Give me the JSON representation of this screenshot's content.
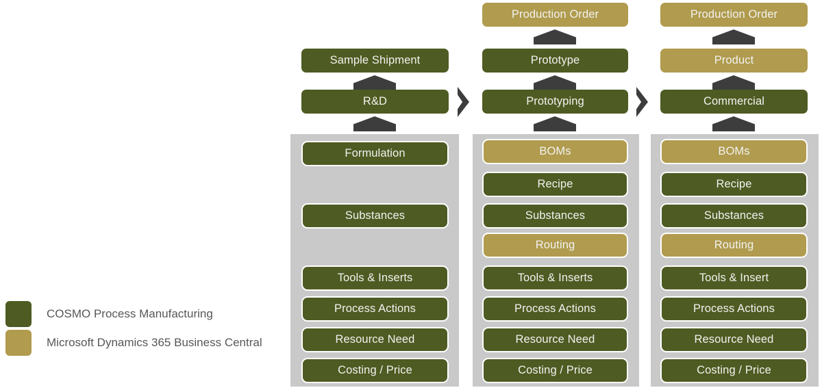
{
  "colors": {
    "green": "#4e5b22",
    "gold": "#b09b4e",
    "panel_gray": "#c9c9c9",
    "arrow_gray": "#3d3d3d",
    "box_text": "#f2f2f0",
    "legend_text": "#575757"
  },
  "legend": {
    "items": [
      {
        "swatch": "green",
        "label": "COSMO Process Manufacturing"
      },
      {
        "swatch": "gold",
        "label": "Microsoft Dynamics 365 Business Central"
      }
    ]
  },
  "columns": [
    {
      "id": "rnd",
      "stack": [
        {
          "label": "Sample Shipment",
          "color": "green"
        },
        {
          "label": "R&D",
          "color": "green"
        }
      ],
      "panel_items": [
        {
          "label": "Formulation",
          "color": "green",
          "visible": true
        },
        {
          "label": "",
          "color": "none",
          "visible": false
        },
        {
          "label": "Substances",
          "color": "green",
          "visible": true
        },
        {
          "label": "",
          "color": "none",
          "visible": false
        },
        {
          "label": "Tools & Inserts",
          "color": "green",
          "visible": true
        },
        {
          "label": "Process Actions",
          "color": "green",
          "visible": true
        },
        {
          "label": "Resource Need",
          "color": "green",
          "visible": true
        },
        {
          "label": "Costing / Price",
          "color": "green",
          "visible": true
        }
      ]
    },
    {
      "id": "prototyping",
      "stack": [
        {
          "label": "Production Order",
          "color": "gold"
        },
        {
          "label": "Prototype",
          "color": "green"
        },
        {
          "label": "Prototyping",
          "color": "green"
        }
      ],
      "panel_items": [
        {
          "label": "BOMs",
          "color": "gold",
          "visible": true
        },
        {
          "label": "Recipe",
          "color": "green",
          "visible": true
        },
        {
          "label": "Substances",
          "color": "green",
          "visible": true
        },
        {
          "label": "Routing",
          "color": "gold",
          "visible": true
        },
        {
          "label": "Tools & Inserts",
          "color": "green",
          "visible": true
        },
        {
          "label": "Process Actions",
          "color": "green",
          "visible": true
        },
        {
          "label": "Resource Need",
          "color": "green",
          "visible": true
        },
        {
          "label": "Costing / Price",
          "color": "green",
          "visible": true
        }
      ]
    },
    {
      "id": "commercial",
      "stack": [
        {
          "label": "Production Order",
          "color": "gold"
        },
        {
          "label": "Product",
          "color": "gold"
        },
        {
          "label": "Commercial",
          "color": "green"
        }
      ],
      "panel_items": [
        {
          "label": "BOMs",
          "color": "gold",
          "visible": true
        },
        {
          "label": "Recipe",
          "color": "green",
          "visible": true
        },
        {
          "label": "Substances",
          "color": "green",
          "visible": true
        },
        {
          "label": "Routing",
          "color": "gold",
          "visible": true
        },
        {
          "label": "Tools & Insert",
          "color": "green",
          "visible": true
        },
        {
          "label": "Process Actions",
          "color": "green",
          "visible": true
        },
        {
          "label": "Resource Need",
          "color": "green",
          "visible": true
        },
        {
          "label": "Costing / Price",
          "color": "green",
          "visible": true
        }
      ]
    }
  ],
  "flow_arrows": {
    "between_columns": [
      "chevron-right-icon",
      "chevron-right-icon"
    ],
    "upward": "chevron-up-icon"
  }
}
